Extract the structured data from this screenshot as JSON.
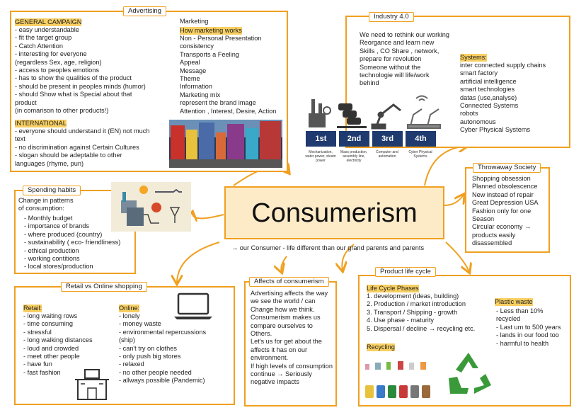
{
  "center": {
    "title": "Consumerism",
    "caption": "→ our Consumer - life different than our grand parents and parents"
  },
  "advertising": {
    "tag": "Advertising",
    "general_heading": "GENERAL CAMPAIGN",
    "general_text": "- easy understandable\n- fit the target group\n- Catch Attention\n- interesting for everyone\n(regardless Sex, age, religion)\n- access to peoples emotions\n- has to show the qualities of the product\n- should be present in peoples minds (humor)\n- should Show what is Special about that\nproduct\n(in comarison to other products!)",
    "intl_heading": "INTERNATIONAL",
    "intl_text": "- everyone should understand it (EN) not much\ntext\n- no discrimination against Certain Cultures\n- slogan should be adeptable to other\nlanguages (rhyme, pun)",
    "marketing_heading": "Marketing",
    "marketing_sub": "How marketing works",
    "marketing_text": "Non - Personal Presentation\nconsistency\nTransports a Feeling\nAppeal\nMessage\nTheme\nInformation\nMarketing mix\nrepresent the brand image\nAttention , Interest, Desire, Action"
  },
  "industry": {
    "tag": "Industry 4.0",
    "text": "We need to rethink our working\nReorgance and learn new\nSkills , CO Share , network,\nprepare for revolution\nSomeone without the\ntechnologie will life/work\nbehind",
    "stages": [
      "1st",
      "2nd",
      "3rd",
      "4th"
    ],
    "stage_captions": [
      "Mechanization, water power, steam power",
      "Mass production, assembly line, electricity",
      "Computer and automation",
      "Cyber Physical Systems"
    ],
    "systems_heading": "Systems:",
    "systems_text": "inter connected supply chains\nsmart factory\nartificial intelligence\nsmart technologies\ndatas (use,analyse)\nConnected Systems\nrobots\nautonomous\nCyber Physical Systems"
  },
  "throwaway": {
    "tag": "Throwaway Society",
    "text": "Shopping obsession\nPlanned obsolescence\nNew instead of repair\nGreat Depression USA\nFashion only for one\nSeason\nCircular economy →\nproducts easily\ndisassembled"
  },
  "spending": {
    "tag": "Spending habits",
    "intro": "Change in patterns\nof consumption:",
    "text": "- Monthly budget\n- importance of brands\n- where produced (country)\n- sustainability ( eco- friendliness)\n- ethical production\n- working contitions\n- local stores/production"
  },
  "retail": {
    "tag": "Retail vs Online shopping",
    "retail_heading": "Retail:",
    "retail_text": "- long waiting rows\n- time consuming\n- stressful\n- long walking distances\n- loud and crowded\n- meet other people\n- have fun\n- fast fashion",
    "online_heading": "Online:",
    "online_text": "- lonely\n- money waste\n- environmental repercussions\n(ship)\n- can't try on clothes\n- only push big stores\n- relaxed\n- no other people needed\n- allways possible (Pandemic)"
  },
  "affects": {
    "tag": "Affects of consumerism",
    "text": "Advertising affects the way\nwe see the world / can\nChange how we think.\nConsumerism makes us\ncompare ourselves to\nOthers.\nLet's us for get about the\naffects it has on our\nenvironment.\nIf high levels of consumption\ncontinue → Seriously\nnegative impacts"
  },
  "product": {
    "tag": "Product life cycle",
    "phases_heading": "Life Cycle Phases",
    "phases_text": "1. development (ideas, building)\n2. Production / market introduction\n3. Transport / Shipping - growth\n4. Use phase - maturity\n5. Dispersal / decline → recycling etc.",
    "recycling_heading": "Recycling",
    "plastic_heading": "Plastic waste",
    "plastic_text": "- Less than 10%\nrecycled\n- Last um to 500 years\n- lands in our food too\n- harmful to health"
  },
  "colors": {
    "accent": "#f0a020",
    "highlight": "#f8cf62",
    "center_fill": "#fdebc8",
    "stage": "#1e3a6e",
    "recycle": "#3a9a3a"
  }
}
